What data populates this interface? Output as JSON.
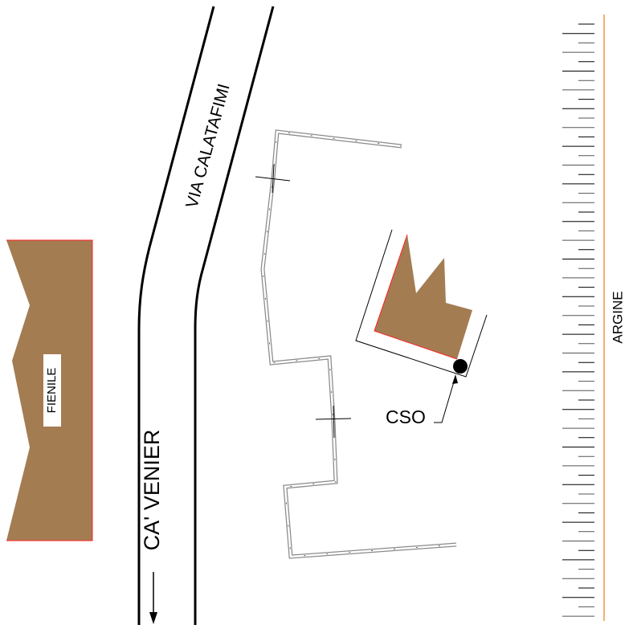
{
  "labels": {
    "road_upper": "VIA CALATAFIMI",
    "road_lower": "CA' VENIER",
    "barn": "FIENILE",
    "outfall": "CSO",
    "embankment": "ARGINE"
  },
  "colors": {
    "building_fill": "#a47c52",
    "building_edge": "#ff2020",
    "embankment_line": "#f4b071",
    "fence": "#8a8a8a"
  },
  "icons": {
    "direction_arrow": "arrow-down-icon",
    "outfall_marker": "filled-circle-icon",
    "survey_marks": "crosshair-icon"
  }
}
